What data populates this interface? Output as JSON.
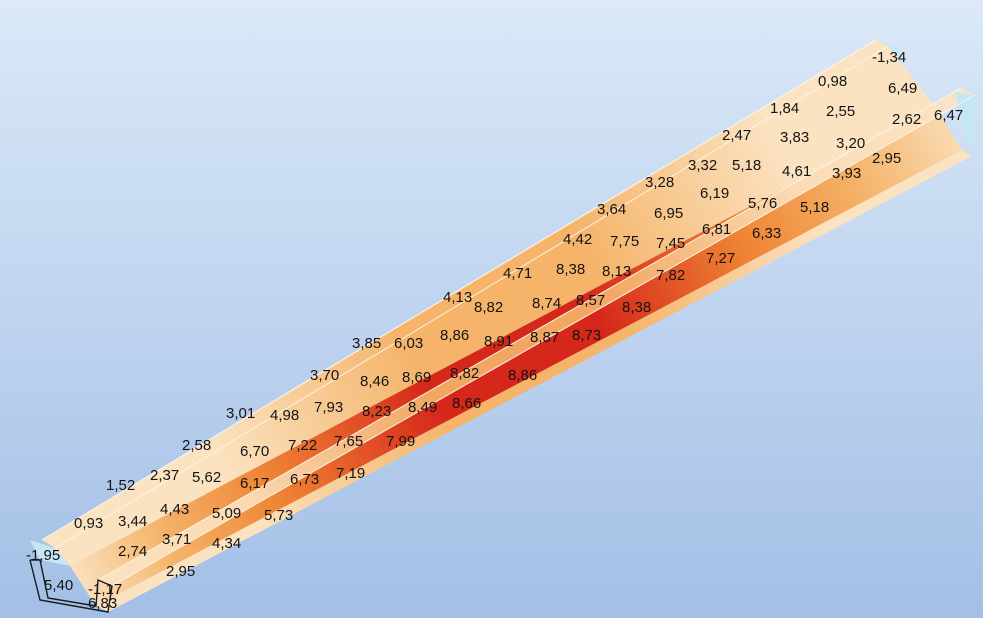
{
  "scene": {
    "background_top": "#dbe9f8",
    "background_bottom": "#a3bfe6",
    "contour_colors": {
      "negative": "#c4e6f5",
      "low": "#fbe3c2",
      "mid": "#f5b46a",
      "high": "#ef8434",
      "peak": "#d6281a"
    }
  },
  "result_values": [
    "-1,34",
    "0,98",
    "6,49",
    "1,84",
    "2,55",
    "2,62",
    "6,47",
    "2,47",
    "3,83",
    "3,20",
    "3,32",
    "5,18",
    "4,61",
    "3,93",
    "2,95",
    "3,28",
    "6,19",
    "5,76",
    "5,18",
    "3,64",
    "6,95",
    "6,81",
    "6,33",
    "4,42",
    "7,75",
    "7,45",
    "7,27",
    "4,71",
    "8,38",
    "8,13",
    "7,82",
    "4,13",
    "8,82",
    "8,74",
    "8,57",
    "8,38",
    "3,85",
    "6,03",
    "8,86",
    "8,91",
    "8,87",
    "8,73",
    "3,70",
    "8,46",
    "8,69",
    "8,82",
    "8,86",
    "3,01",
    "4,98",
    "7,93",
    "8,23",
    "8,49",
    "8,66",
    "2,58",
    "6,70",
    "7,22",
    "7,65",
    "7,99",
    "1,52",
    "2,37",
    "5,62",
    "6,17",
    "6,73",
    "7,19",
    "0,93",
    "3,44",
    "4,43",
    "5,09",
    "5,73",
    "-1,95",
    "2,74",
    "3,71",
    "4,34",
    "2,95",
    "5,40",
    "-1,17",
    "6,83"
  ]
}
